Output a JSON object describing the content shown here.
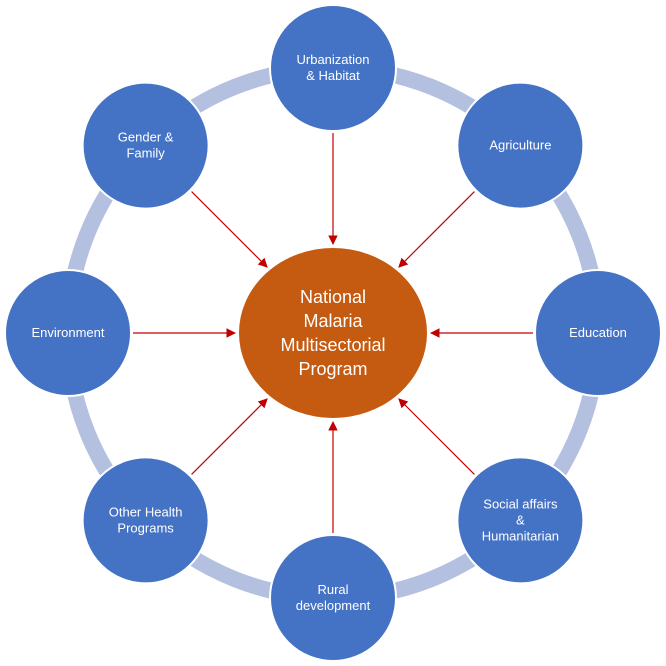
{
  "colors": {
    "ring": "#b4c0e0",
    "node_fill": "#4472c4",
    "node_stroke": "#ffffff",
    "center_fill": "#c55a11",
    "arrow": "#c00000"
  },
  "center": {
    "lines": [
      "National",
      "Malaria",
      "Multisectorial",
      "Program"
    ]
  },
  "nodes": [
    {
      "lines": [
        "Urbanization",
        "& Habitat"
      ]
    },
    {
      "lines": [
        "Agriculture"
      ]
    },
    {
      "lines": [
        "Education"
      ]
    },
    {
      "lines": [
        "Social affairs",
        "&",
        "Humanitarian"
      ]
    },
    {
      "lines": [
        "Rural",
        "development"
      ]
    },
    {
      "lines": [
        "Other Health",
        "Programs"
      ]
    },
    {
      "lines": [
        "Environment"
      ]
    },
    {
      "lines": [
        "Gender &",
        "Family"
      ]
    }
  ]
}
